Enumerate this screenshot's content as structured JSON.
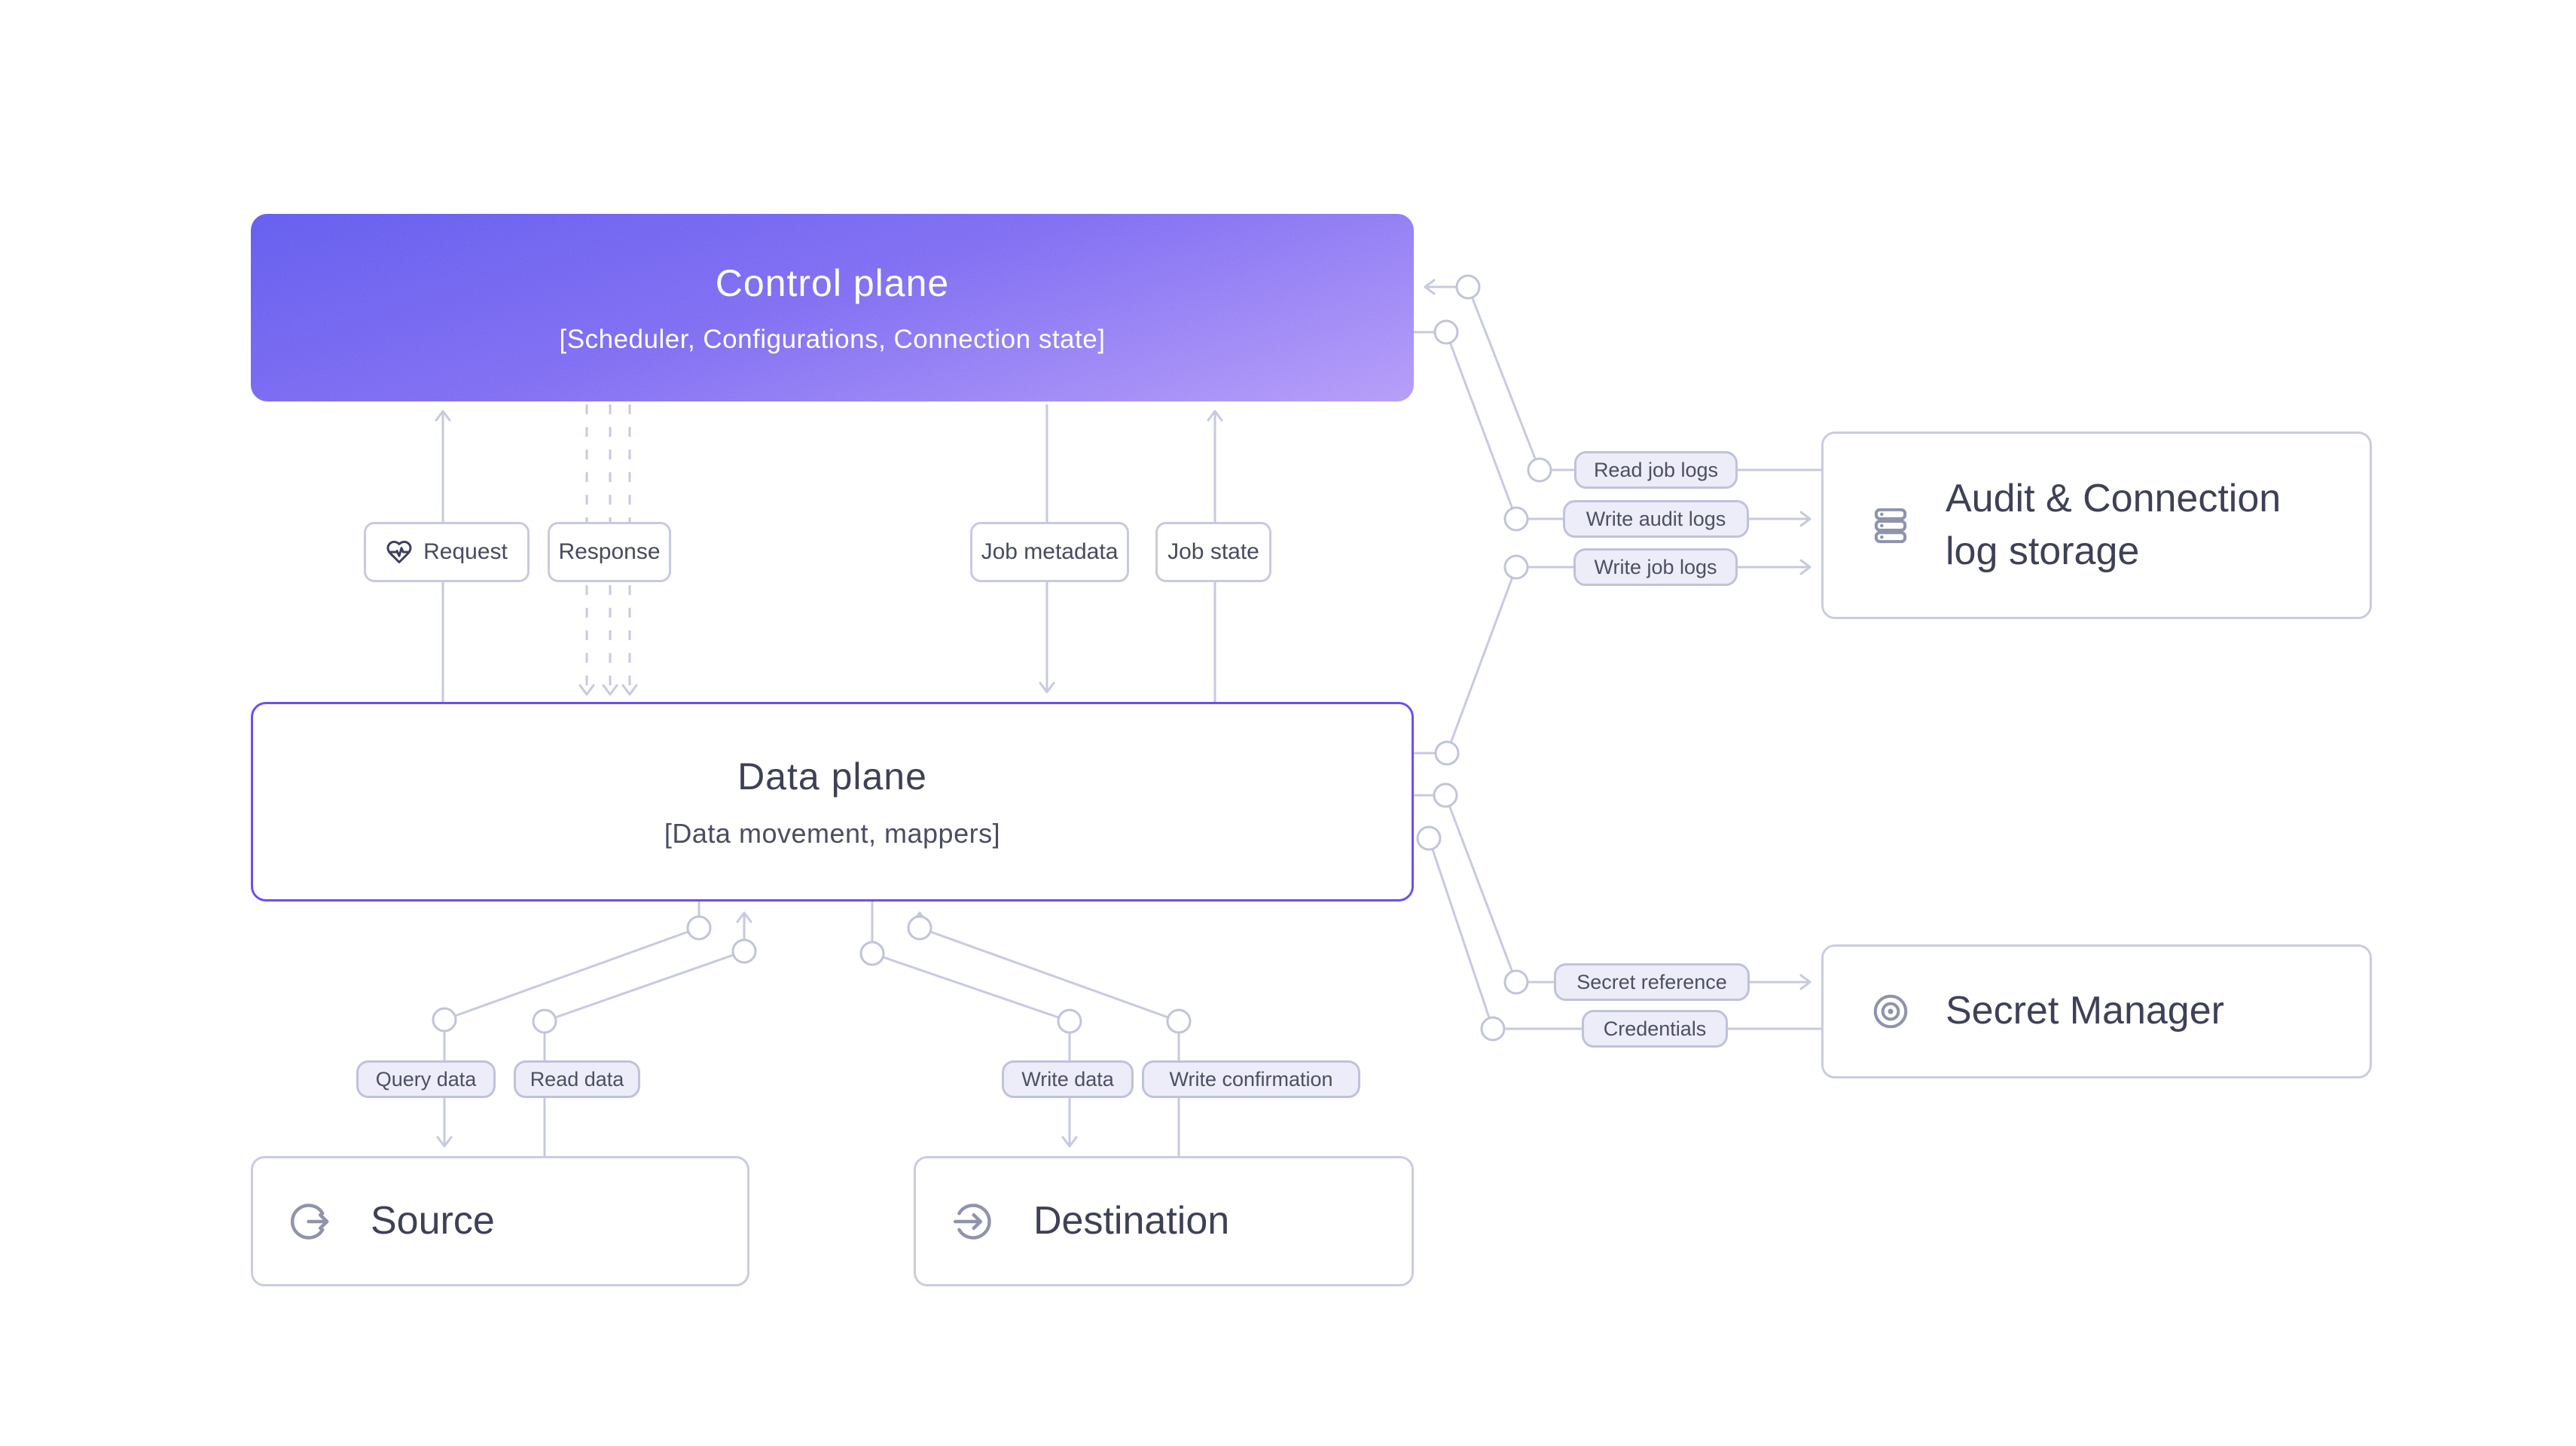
{
  "control_plane": {
    "title": "Control plane",
    "subtitle": "[Scheduler, Configurations, Connection state]"
  },
  "data_plane": {
    "title": "Data plane",
    "subtitle": "[Data movement, mappers]"
  },
  "systems": {
    "audit_storage": {
      "title": "Audit & Connection log storage",
      "icon": "database-icon"
    },
    "secret_manager": {
      "title": "Secret Manager",
      "icon": "iris-eye-icon"
    },
    "source": {
      "title": "Source",
      "icon": "arrow-out-of-circle-icon"
    },
    "destination": {
      "title": "Destination",
      "icon": "arrow-into-circle-icon"
    }
  },
  "edge_labels": {
    "request": "Request",
    "response": "Response",
    "job_metadata": "Job metadata",
    "job_state": "Job state",
    "read_job_logs": "Read job logs",
    "write_audit_logs": "Write audit logs",
    "write_job_logs": "Write job logs",
    "secret_reference": "Secret reference",
    "credentials": "Credentials",
    "query_data": "Query data",
    "read_data": "Read data",
    "write_data": "Write data",
    "write_confirmation": "Write confirmation"
  },
  "colors": {
    "connector": "#C7CADF",
    "data_plane_border": "#6F4DF5",
    "control_gradient_start": "#5F58EE",
    "control_gradient_end": "#B299F8",
    "pill_background": "#ECEDF8",
    "pill_border": "#BFC2DB",
    "box_border": "#C9CCE1",
    "text_dark": "#3E4156",
    "icon_gray": "#8F93AC",
    "request_icon": "#3C3F5E"
  }
}
